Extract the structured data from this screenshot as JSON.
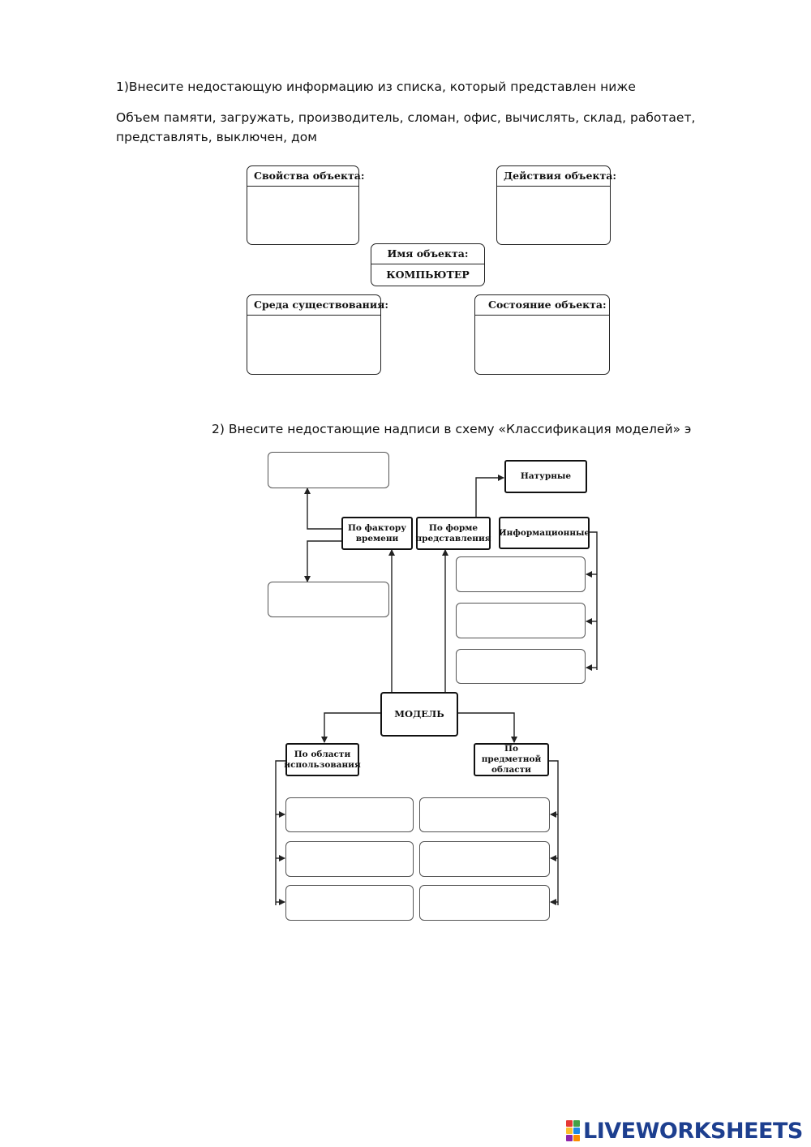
{
  "task1": {
    "title": "1)Внесите недостающую информацию из списка, который представлен ниже",
    "list_line1": "Объем памяти, загружать, производитель, сломан, офис, вычислять, склад, работает,",
    "list_line2": "представлять, выключен, дом",
    "boxes": {
      "properties": "Свойства объекта:",
      "actions": "Действия объекта:",
      "name_label": "Имя объекта:",
      "name_value": "КОМПЬЮТЕР",
      "environment": "Среда существования:",
      "state": "Состояние объекта:"
    }
  },
  "task2": {
    "title": "2) Внесите недостающие надписи в схему «Классификация моделей» э",
    "nodes": {
      "natural": "Натурные",
      "time_factor": "По фактору времени",
      "form": "По форме представления",
      "informational": "Информационные",
      "model": "МОДЕЛЬ",
      "usage_area": "По области использования",
      "subject_area": "По предметной области"
    }
  },
  "logo": {
    "text": "LIVEWORKSHEETS",
    "colors": [
      "#e53935",
      "#43a047",
      "#fbc02d",
      "#1e88e5",
      "#8e24aa",
      "#fb8c00"
    ]
  }
}
